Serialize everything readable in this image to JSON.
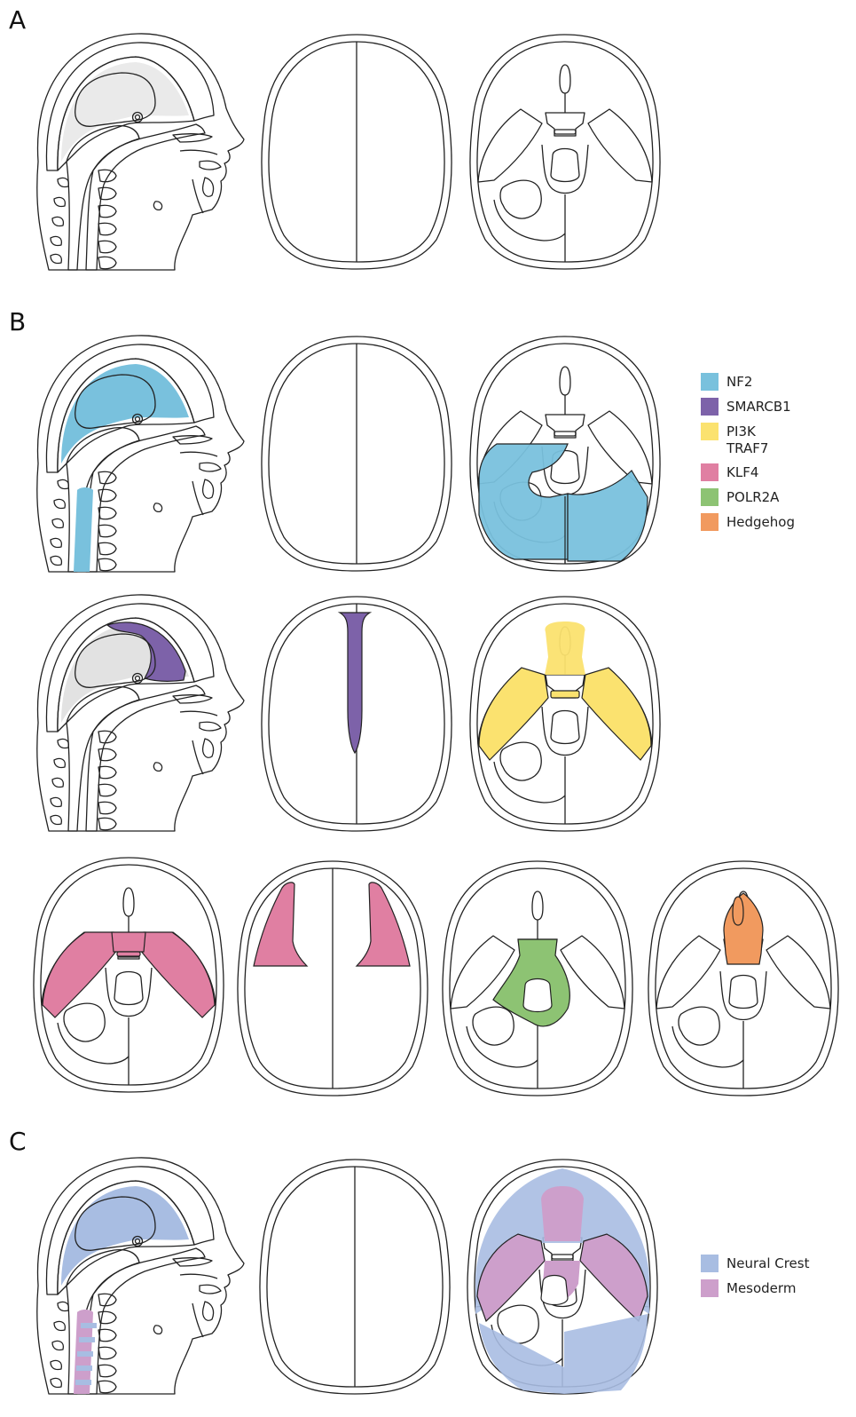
{
  "panels": {
    "a": "A",
    "b": "B",
    "c": "C"
  },
  "legend_b": [
    {
      "label": "NF2",
      "color": "#79c1dd"
    },
    {
      "label": "SMARCB1",
      "color": "#7d62a9"
    },
    {
      "label": "PI3K",
      "label2": "TRAF7",
      "color": "#fbe26f"
    },
    {
      "label": "KLF4",
      "color": "#e07fa2"
    },
    {
      "label": "POLR2A",
      "color": "#8dc373"
    },
    {
      "label": "Hedgehog",
      "color": "#f19a5f"
    }
  ],
  "legend_c": [
    {
      "label": "Neural Crest",
      "color": "#a8bde2"
    },
    {
      "label": "Mesoderm",
      "color": "#cd9fcb"
    }
  ],
  "colors": {
    "tissue": "#eaeaea",
    "bone": "#d7d7d7",
    "brainGrey": "#e2e2e2",
    "skinA": "#fbf3f2",
    "boneA": "#fdf9ef",
    "neckA": "#f1f4f8",
    "outline": "#222222"
  }
}
